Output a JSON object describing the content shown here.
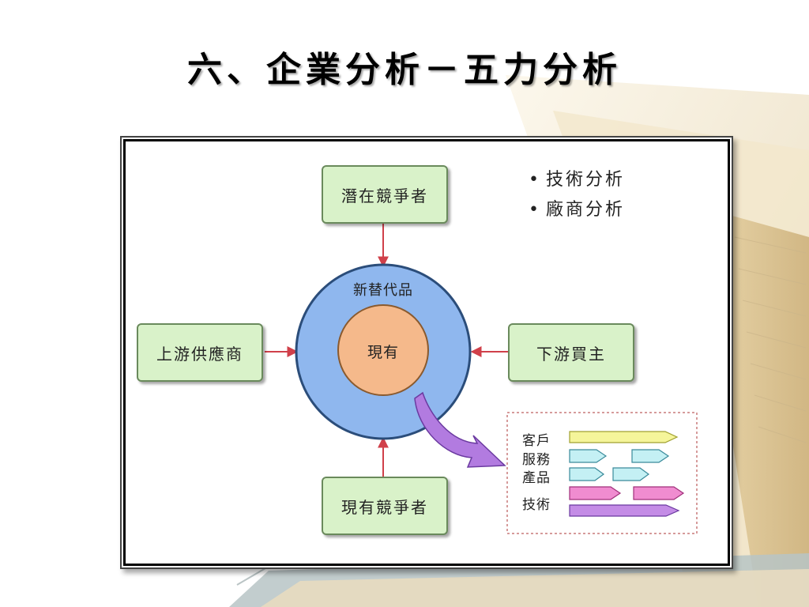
{
  "title": "六、企業分析－五力分析",
  "diagram": {
    "top_box": "潛在競爭者",
    "left_box": "上游供應商",
    "right_box": "下游買主",
    "bottom_box": "現有競爭者",
    "outer_circle": "新替代品",
    "inner_circle": "現有"
  },
  "bullets": [
    "技術分析",
    "廠商分析"
  ],
  "legend": {
    "rows": [
      "客戶",
      "服務",
      "產品",
      "技術"
    ]
  },
  "colors": {
    "box_fill": "#d9f2c9",
    "outer_circle": "#8fb7ee",
    "inner_circle": "#f5b98b",
    "arrow": "#d0404a",
    "legend_yellow": "#f5f59a",
    "legend_cyan": "#c4f0f4",
    "legend_pink": "#f08cd0",
    "legend_purple": "#c48ce6"
  }
}
